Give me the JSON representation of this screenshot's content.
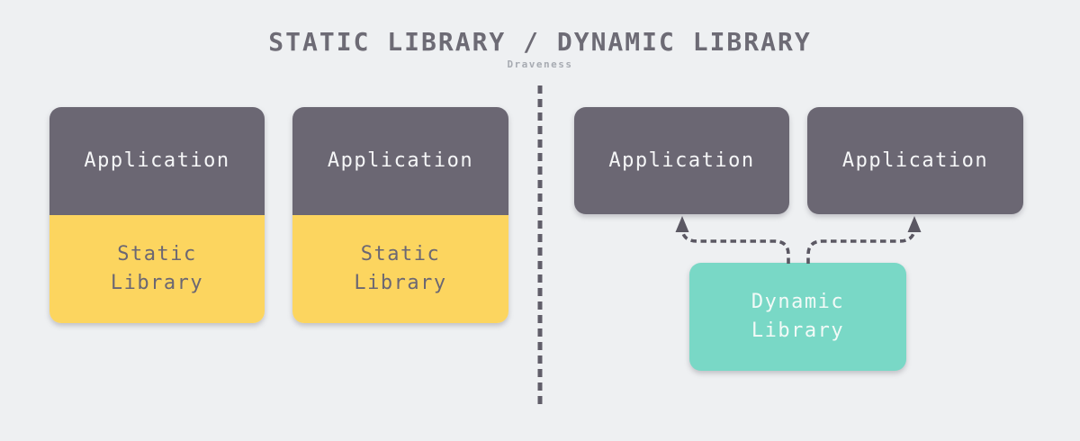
{
  "page": {
    "title": "STATIC LIBRARY / DYNAMIC LIBRARY",
    "subtitle": "Draveness"
  },
  "colors": {
    "background": "#eef0f2",
    "application_box": "#6b6773",
    "static_library_box": "#fcd55f",
    "dynamic_library_box": "#79d8c6",
    "connector_line": "#5b5863",
    "title_text": "#6d6b75",
    "subtitle_text": "#a7abb2",
    "application_text": "#f5f6f7",
    "static_library_text": "#6b6773",
    "dynamic_library_text": "#f2faf7"
  },
  "static_side": {
    "stacks": [
      {
        "app_label": "Application",
        "lib_label": "Static\nLibrary"
      },
      {
        "app_label": "Application",
        "lib_label": "Static\nLibrary"
      }
    ]
  },
  "dynamic_side": {
    "apps": [
      {
        "label": "Application"
      },
      {
        "label": "Application"
      }
    ],
    "library": {
      "label": "Dynamic\nLibrary"
    }
  }
}
